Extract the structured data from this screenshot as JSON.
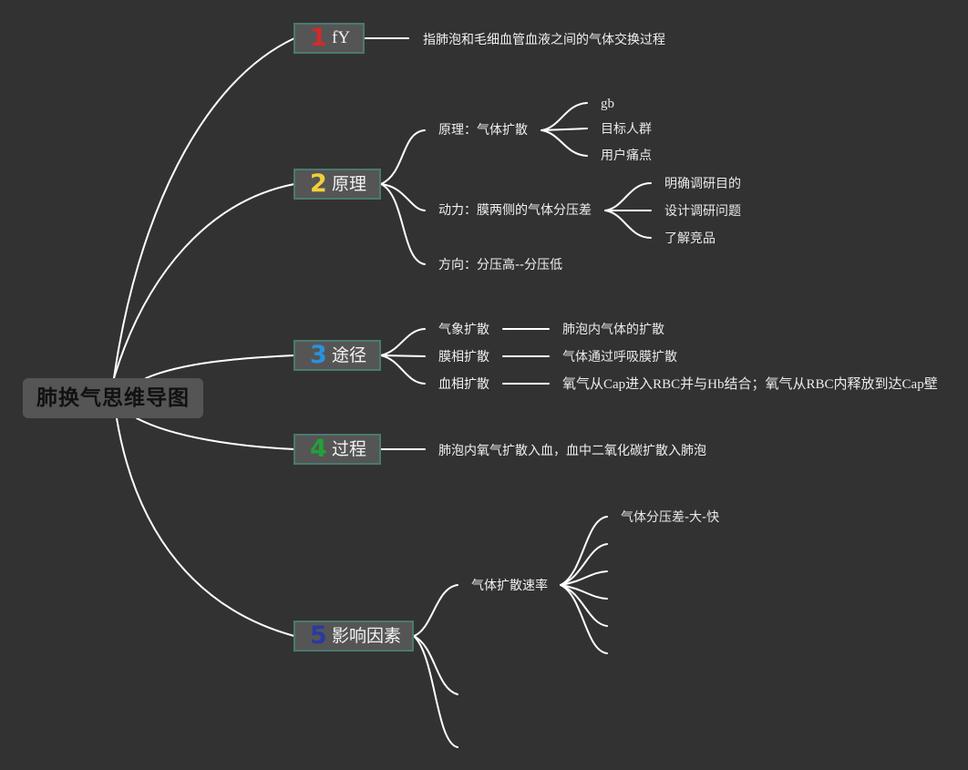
{
  "root": {
    "label": "肺换气思维导图"
  },
  "branches": [
    {
      "num": "1",
      "label": "fY",
      "color": "#d42a2a",
      "children": [
        {
          "label": "指肺泡和毛细血管血液之间的气体交换过程"
        }
      ]
    },
    {
      "num": "2",
      "label": "原理",
      "color": "#f2cf3a",
      "children": [
        {
          "label": "原理：气体扩散",
          "children": [
            "gb",
            "目标人群",
            "用户痛点"
          ]
        },
        {
          "label": "动力：膜两侧的气体分压差",
          "children": [
            "明确调研目的",
            "设计调研问题",
            "了解竞品"
          ]
        },
        {
          "label": "方向：分压高--分压低"
        }
      ]
    },
    {
      "num": "3",
      "label": "途径",
      "color": "#2a92dc",
      "children": [
        {
          "label": "气象扩散",
          "detail": "肺泡内气体的扩散"
        },
        {
          "label": "膜相扩散",
          "detail": "气体通过呼吸膜扩散"
        },
        {
          "label": "血相扩散",
          "detail": "氧气从Cap进入RBC并与Hb结合；氧气从RBC内释放到达Cap壁"
        }
      ]
    },
    {
      "num": "4",
      "label": "过程",
      "color": "#23a03a",
      "children": [
        {
          "label": "肺泡内氧气扩散入血，血中二氧化碳扩散入肺泡"
        }
      ]
    },
    {
      "num": "5",
      "label": "影响因素",
      "color": "#2a3aa0",
      "children": [
        {
          "label": "气体扩散速率",
          "children": [
            "气体分压差-大-快"
          ]
        }
      ]
    }
  ]
}
